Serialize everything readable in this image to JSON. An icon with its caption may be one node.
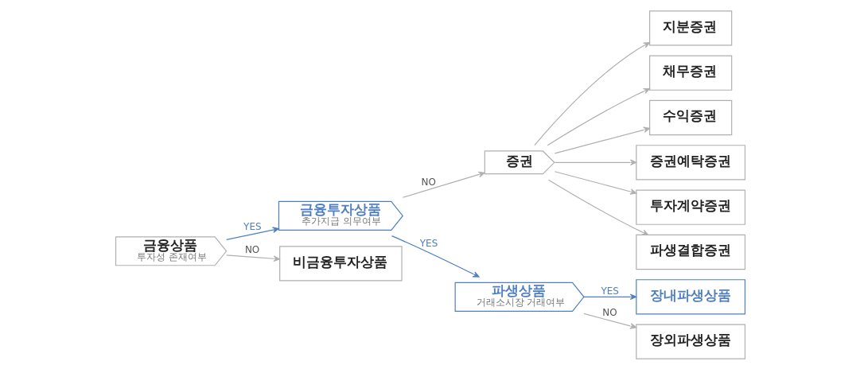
{
  "diagram": {
    "nodes": [
      {
        "text": [
          "금융상품",
          "투자성 존재여부"
        ]
      },
      {
        "text": [
          "금융투자상품",
          "추가지급 의무여부"
        ]
      },
      {
        "text": [
          "비금융투자상품"
        ]
      },
      {
        "text": [
          "증권"
        ]
      },
      {
        "text": [
          "파생상품",
          "거래소시장 거래여부"
        ]
      },
      {
        "text": [
          "지분증권"
        ]
      },
      {
        "text": [
          "채무증권"
        ]
      },
      {
        "text": [
          "수익증권"
        ]
      },
      {
        "text": [
          "증권예탁증권"
        ]
      },
      {
        "text": [
          "투자계약증권"
        ]
      },
      {
        "text": [
          "파생결합증권"
        ]
      },
      {
        "text": [
          "장내파생상품"
        ]
      },
      {
        "text": [
          "장외파생상품"
        ]
      }
    ],
    "edges": [
      {
        "from": 0,
        "to": 1,
        "arrow": "to",
        "label": "YES",
        "color": "#4f7fbf"
      },
      {
        "from": 0,
        "to": 2,
        "arrow": "to",
        "label": "NO"
      },
      {
        "from": 1,
        "to": 3,
        "arrow": "to",
        "label": "NO"
      },
      {
        "from": 1,
        "to": 4,
        "arrow": "to",
        "label": "YES",
        "color": "#4f7fbf"
      },
      {
        "from": 3,
        "to": 5,
        "arrow": "to"
      },
      {
        "from": 3,
        "to": 6,
        "arrow": "to"
      },
      {
        "from": 3,
        "to": 7,
        "arrow": "to"
      },
      {
        "from": 3,
        "to": 8,
        "arrow": "to"
      },
      {
        "from": 3,
        "to": 9,
        "arrow": "to"
      },
      {
        "from": 3,
        "to": 10,
        "arrow": "to"
      },
      {
        "from": 4,
        "to": 11,
        "arrow": "to",
        "label": "YES",
        "color": "#4f7fbf"
      },
      {
        "from": 4,
        "to": 12,
        "arrow": "to",
        "label": "NO"
      }
    ]
  }
}
